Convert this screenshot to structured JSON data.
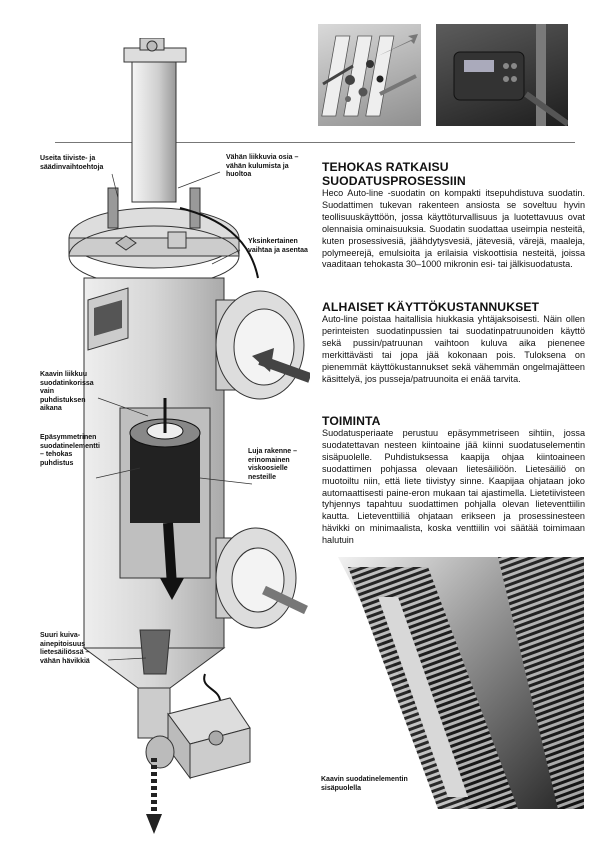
{
  "sections": [
    {
      "title_lines": [
        "TEHOKAS RATKAISU",
        "SUODATUSPROSESSIIN"
      ],
      "body": "Heco Auto-line -suodatin on kompakti itsepuhdistuva suodatin. Suodattimen tukevan rakenteen ansiosta se soveltuu hyvin teollisuuskäyttöön, jossa käyttöturvallisuus ja luotettavuus ovat olennaisia ominaisuuksia. Suodatin suodattaa useimpia nesteitä, kuten prosessivesiä, jäähdytysvesiä, jätevesiä, värejä, maaleja, polymeerejä, emulsioita ja erilaisia viskoottisia nesteitä, joissa vaaditaan tehokasta 30–1000 mikronin esi- tai jälkisuodatusta."
    },
    {
      "title_lines": [
        "ALHAISET KÄYTTÖKUSTANNUKSET"
      ],
      "body": "Auto-line poistaa haitallisia hiukkasia yhtäjaksoisesti. Näin ollen perinteisten suodatinpussien tai suodatinpatruunoiden käyttö sekä pussin/patruunan vaihtoon kuluva aika pienenee merkittävästi tai jopa jää kokonaan pois. Tuloksena on pienemmät käyttökustannukset sekä vähemmän ongelmajätteen käsittelyä, jos pusseja/patruunoita ei enää tarvita."
    },
    {
      "title_lines": [
        "TOIMINTA"
      ],
      "body": "Suodatusperiaate perustuu epäsymmetriseen sihtiin, jossa suodatettavan nesteen kiintoaine jää kiinni suodatuselementin sisäpuolelle. Puhdistuksessa kaapija ohjaa kiintoaineen suodattimen pohjassa olevaan lietesäiliöön. Lietesäiliö on muotoiltu niin, että liete tiivistyy sinne. Kaapijaa ohjataan joko automaattisesti paine-eron mukaan tai ajastimella. Lietetiivisteen tyhjennys tapahtuu suodattimen pohjalla olevan lieteventtiilin kautta. Lieteventtiiliä ohjataan erikseen ja prosessinesteen hävikki on minimaalista, koska venttiilin voi säätää toimimaan halutuin"
    }
  ],
  "callouts": {
    "c1": "Useita tiiviste- ja säädinvaihtoehtoja",
    "c2": "Vähän liikkuvia osia – vähän kulumista ja huoltoa",
    "c3": "Yksinkertainen vaihtaa ja asentaa",
    "c4": "Kaavin liikkuu suodatinkorissa vain puhdistuksen aikana",
    "c5": "Epäsymmetrinen suodatinelementti – tehokas puhdistus",
    "c6": "Luja rakenne – erinomainen viskoosielle nesteille",
    "c7": "Suuri kuiva-ainepitoisuus lietesäiliössä – vähän hävikkiä"
  },
  "coil_caption": "Kaavin suodatinelementin sisäpuolella"
}
